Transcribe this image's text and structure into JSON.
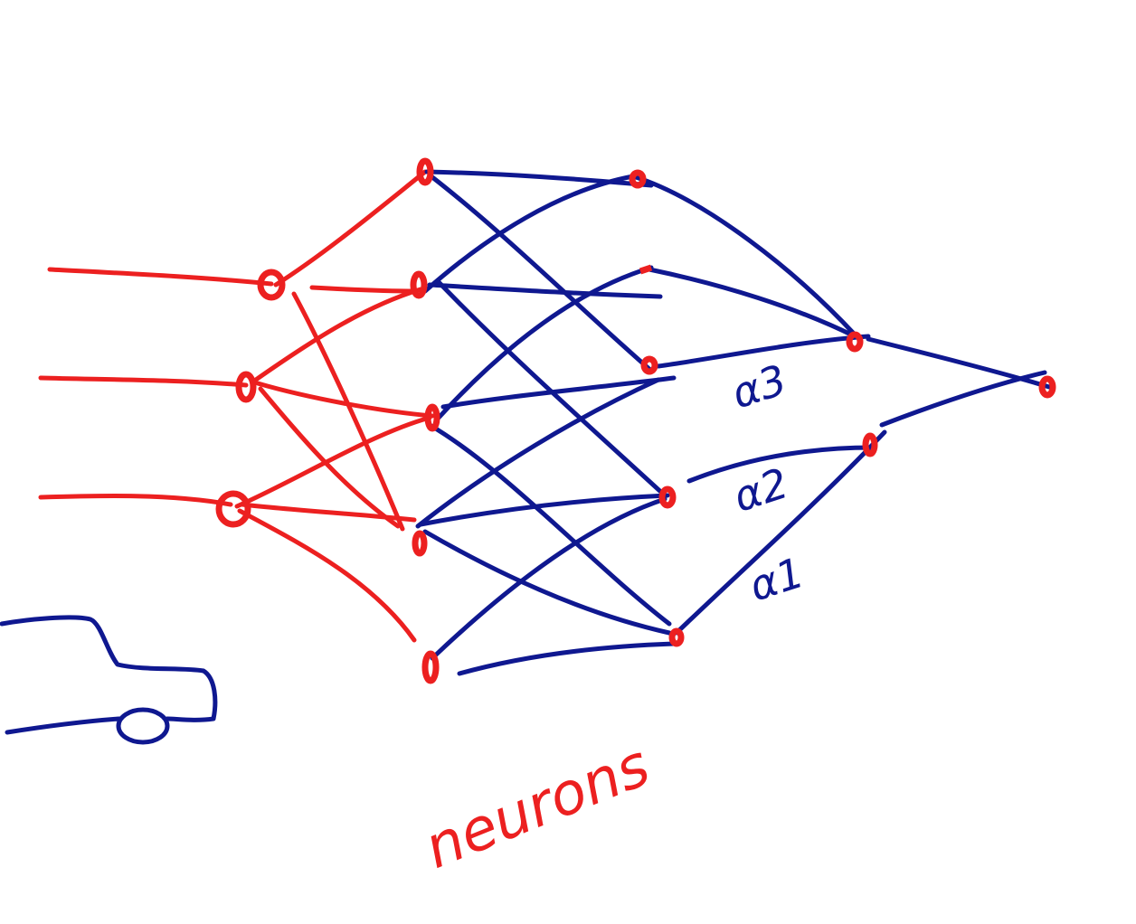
{
  "ink": {
    "red": "#ec2020",
    "blue": "#0f1890"
  },
  "labels": {
    "alpha3": "α3",
    "alpha2": "α2",
    "alpha1": "α1",
    "neurons": "neurons"
  },
  "icons": {
    "vehicle": "car-icon"
  }
}
